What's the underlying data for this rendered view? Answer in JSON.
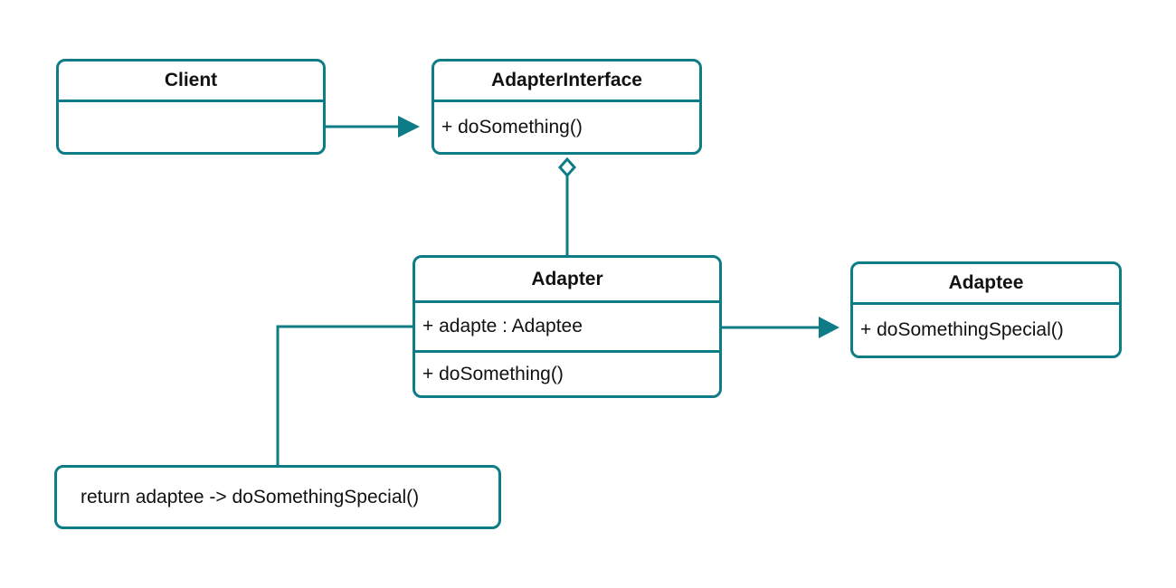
{
  "diagram": {
    "accent_color": "#0e7c86",
    "classes": {
      "client": {
        "name": "Client",
        "members": []
      },
      "adapter_interface": {
        "name": "AdapterInterface",
        "members": [
          "+ doSomething()"
        ]
      },
      "adapter": {
        "name": "Adapter",
        "attributes": [
          "+ adapte : Adaptee"
        ],
        "operations": [
          "+ doSomething()"
        ]
      },
      "adaptee": {
        "name": "Adaptee",
        "members": [
          "+ doSomethingSpecial()"
        ]
      }
    },
    "note": {
      "text": "return adaptee -> doSomethingSpecial()"
    },
    "relationships": [
      {
        "from": "Client",
        "to": "AdapterInterface",
        "kind": "association-arrow"
      },
      {
        "from": "Adapter",
        "to": "AdapterInterface",
        "kind": "aggregation-diamond"
      },
      {
        "from": "Adapter",
        "to": "Adaptee",
        "kind": "association-arrow"
      },
      {
        "from": "Adapter",
        "to": "note",
        "kind": "note-link"
      }
    ]
  }
}
